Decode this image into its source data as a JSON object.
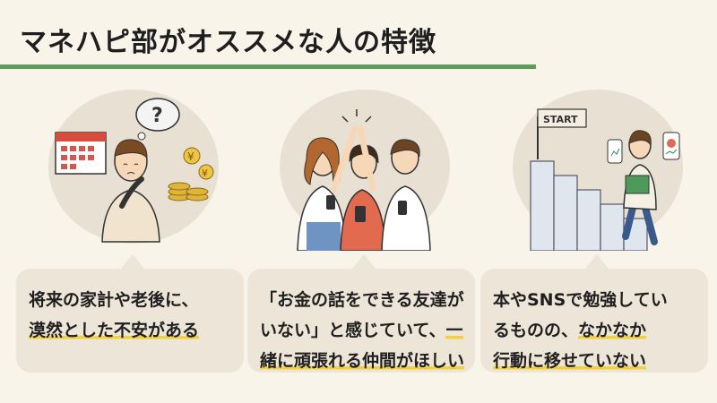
{
  "header": {
    "title": "マネハピ部がオススメな人の特徴",
    "accent_color": "#5e9b5c",
    "highlight_color": "#f2d13a"
  },
  "cards": [
    {
      "illustration": "worried-person-calendar-coins",
      "icon_text": "?",
      "coin_label": "¥",
      "line1": "将来の家計や老後に、",
      "line2_hl": "漠然とした不安がある",
      "line2_rest": "",
      "line3_hl": ""
    },
    {
      "illustration": "friends-high-five",
      "line1": "「お金の話をできる友達が",
      "line2_rest": "いない」と感じていて、",
      "line2_hl": "一",
      "line3_hl": "緒に頑張れる仲間がほしい"
    },
    {
      "illustration": "person-climbing-stairs-with-book",
      "flag_text": "START",
      "line1": "本やSNSで勉強してい",
      "line2_rest": "るものの、",
      "line2_hl": "なかなか",
      "line3_hl": "行動に移せていない"
    }
  ]
}
